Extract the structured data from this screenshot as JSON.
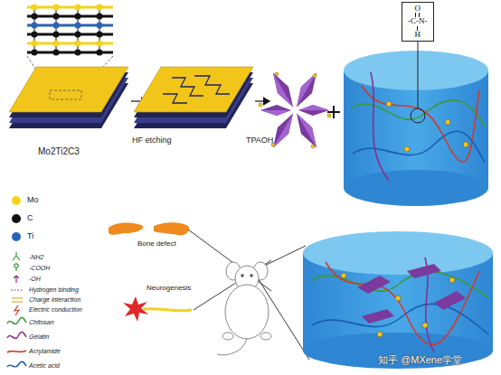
{
  "diagram": {
    "nodes": [
      {
        "text": [
          "O",
          "-C-N-",
          "H"
        ]
      }
    ],
    "labels": [
      "Mo2Ti2C3",
      "HF etching",
      "TPAOH",
      "Bone defect",
      "Neurogenesis",
      "知乎 @MXene学堂"
    ],
    "legend": [
      {
        "text": "Mo",
        "color": "#f5d31c"
      },
      {
        "text": "C",
        "color": "#111111"
      },
      {
        "text": "Ti",
        "color": "#2a63b8"
      },
      {
        "text": "-NH2"
      },
      {
        "text": "-COOH"
      },
      {
        "text": "-OH"
      },
      {
        "text": "Hydrogen binding"
      },
      {
        "text": "Charge interaction"
      },
      {
        "text": "Electric conduction"
      },
      {
        "text": "Chitosan"
      },
      {
        "text": "Gelatin"
      },
      {
        "text": "Acrylamide"
      },
      {
        "text": "Acetic acid"
      }
    ]
  }
}
